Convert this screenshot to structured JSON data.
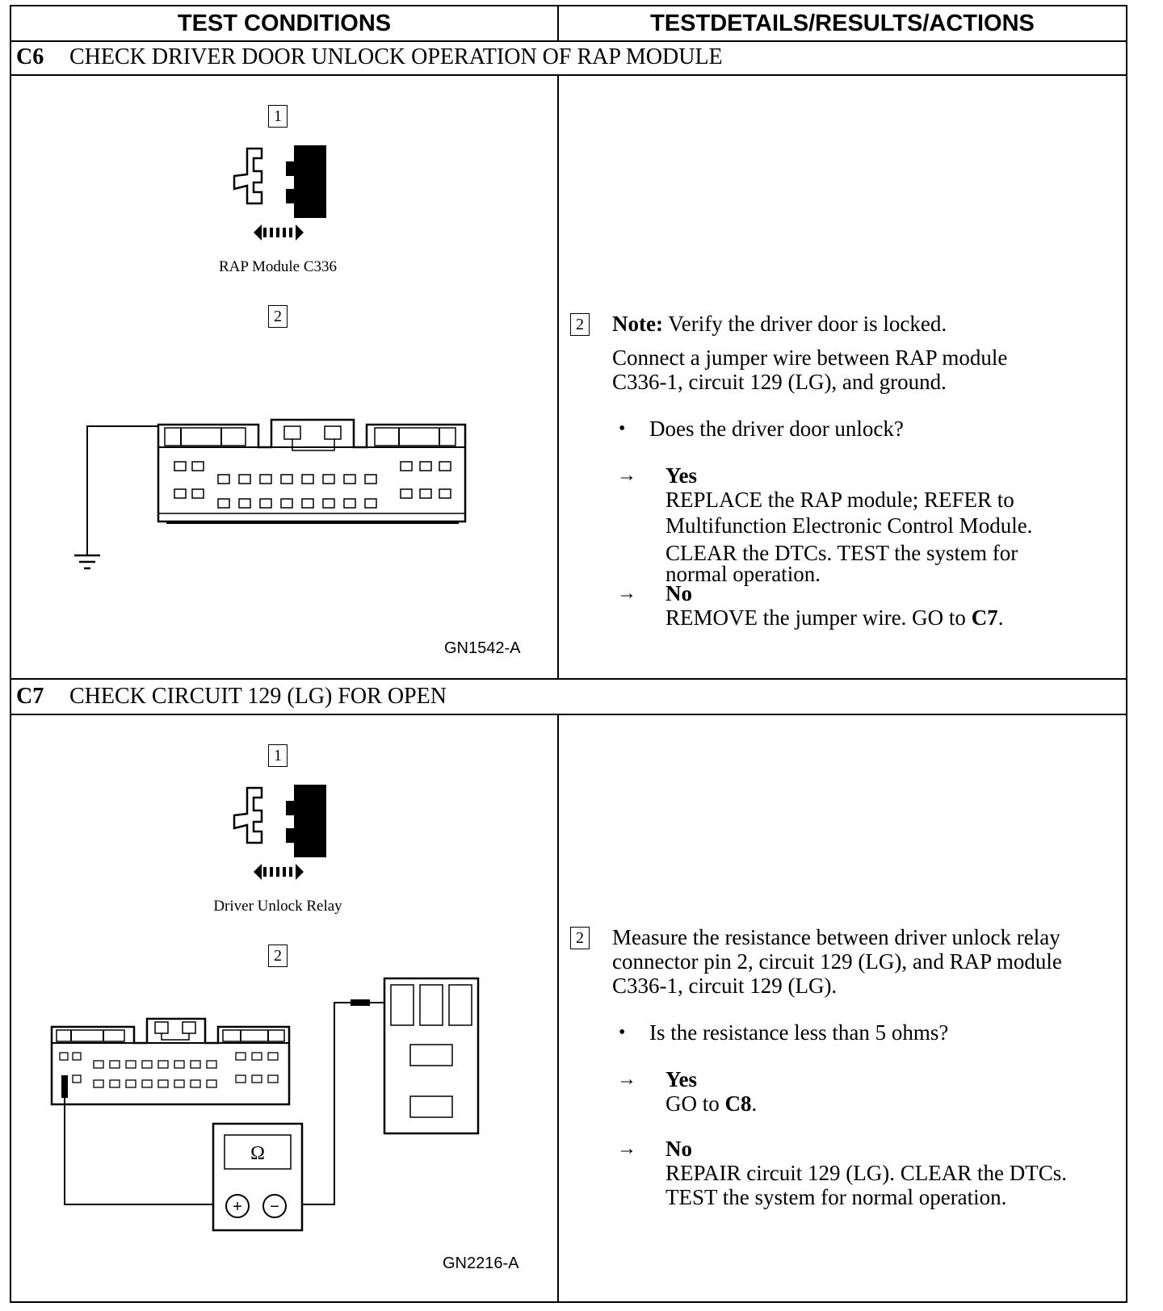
{
  "header": {
    "left": "TEST CONDITIONS",
    "right": "TESTDETAILS/RESULTS/ACTIONS"
  },
  "c6": {
    "code": "C6",
    "title": "CHECK DRIVER DOOR UNLOCK OPERATION OF RAP MODULE",
    "step1_num": "1",
    "step1_caption": "RAP Module C336",
    "step2_num": "2",
    "figure_id": "GN1542-A",
    "right_step_num": "2",
    "note_label": "Note:",
    "note_text": " Verify the driver door is locked.",
    "instruction_line1": "Connect a jumper wire between RAP module",
    "instruction_line2": "C336-1, circuit 129 (LG), and ground.",
    "question": "Does the driver door unlock?",
    "yes_label": "Yes",
    "yes_line1": "REPLACE the RAP module; REFER to",
    "yes_line2": "Multifunction Electronic Control Module.",
    "yes_line3": "CLEAR the DTCs. TEST the system for",
    "yes_line4": "normal operation.",
    "no_label": "No",
    "no_text": "REMOVE the jumper wire. GO to ",
    "no_ref": "C7",
    "no_end": "."
  },
  "c7": {
    "code": "C7",
    "title": "CHECK CIRCUIT 129 (LG) FOR OPEN",
    "step1_num": "1",
    "step1_caption": "Driver Unlock Relay",
    "step2_num": "2",
    "ohm_symbol": "Ω",
    "plus": "+",
    "minus": "−",
    "figure_id": "GN2216-A",
    "right_step_num": "2",
    "instruction_line1": "Measure the resistance between driver unlock relay",
    "instruction_line2": "connector pin 2, circuit 129 (LG), and RAP module",
    "instruction_line3": "C336-1, circuit 129 (LG).",
    "question": "Is the resistance less than 5 ohms?",
    "yes_label": "Yes",
    "yes_text": "GO to ",
    "yes_ref": "C8",
    "yes_end": ".",
    "no_label": "No",
    "no_line1": "REPAIR circuit 129 (LG). CLEAR the DTCs.",
    "no_line2": "TEST the system for normal operation."
  },
  "bullet_glyph": "•",
  "arrow_glyph": "→"
}
